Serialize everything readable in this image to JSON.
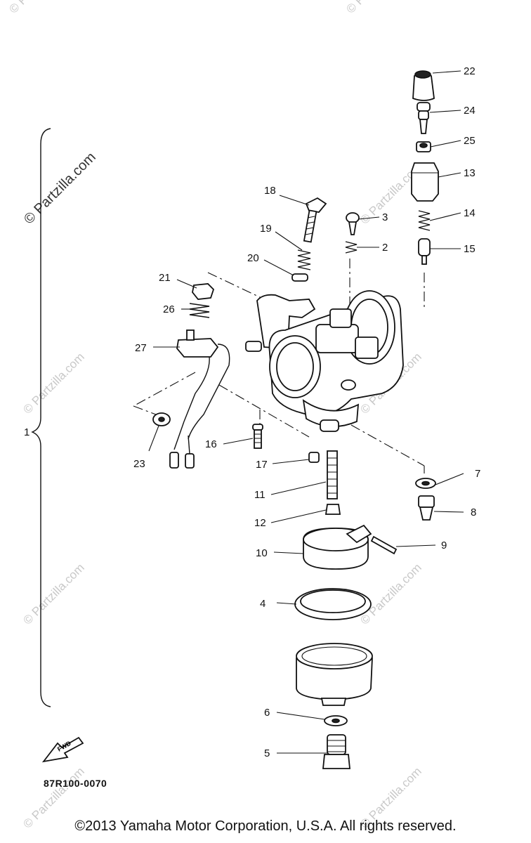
{
  "diagram": {
    "reference_code": "87R100-0070",
    "copyright": "©2013  Yamaha Motor Corporation, U.S.A. All rights reserved.",
    "fwd_label": "FWD",
    "watermark": {
      "main": "© Partzilla.com",
      "faint": "© Partzilla.com"
    },
    "callouts": {
      "c1": "1",
      "c2": "2",
      "c3": "3",
      "c4": "4",
      "c5": "5",
      "c6": "6",
      "c7": "7",
      "c8": "8",
      "c9": "9",
      "c10": "10",
      "c11": "11",
      "c12": "12",
      "c13": "13",
      "c14": "14",
      "c15": "15",
      "c16": "16",
      "c17": "17",
      "c18": "18",
      "c19": "19",
      "c20": "20",
      "c21": "21",
      "c22": "22",
      "c23": "23",
      "c24": "24",
      "c25": "25",
      "c26": "26",
      "c27": "27"
    }
  }
}
